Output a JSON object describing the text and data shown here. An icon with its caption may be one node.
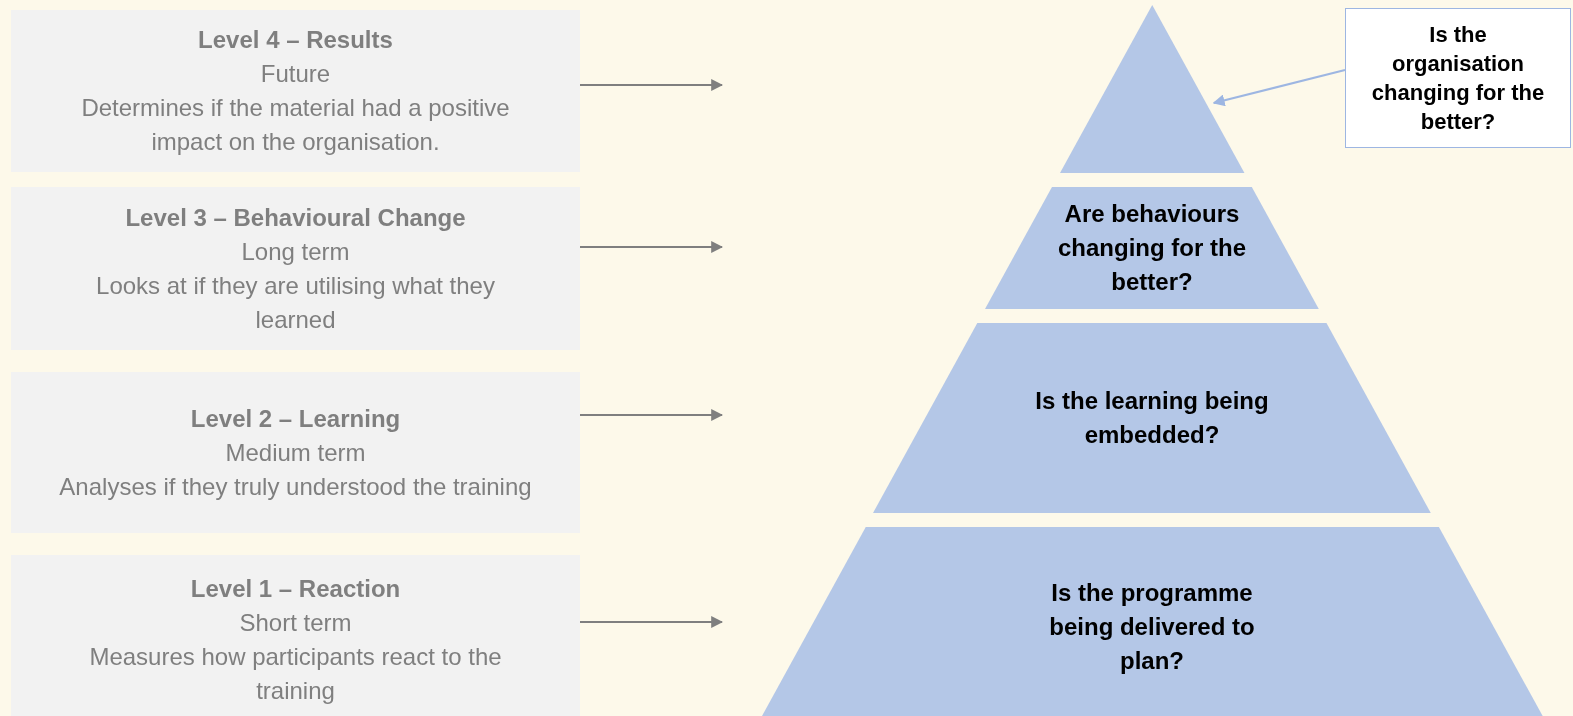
{
  "diagram": {
    "nodes": [
      {
        "text": [
          "Level 4 – Results",
          "Future",
          "Determines if the material had a positive impact on the organisation."
        ]
      },
      {
        "text": [
          "Level 3 – Behavioural Change",
          "Long term",
          "Looks at if they are utilising what they learned"
        ]
      },
      {
        "text": [
          "Level 2 – Learning",
          "Medium term",
          "Analyses if they truly understood the training"
        ]
      },
      {
        "text": [
          "Level 1 – Reaction",
          "Short term",
          "Measures how participants react to the training"
        ]
      },
      {
        "text": [],
        "shape": "triangle"
      },
      {
        "text": [
          "Is the organisation changing for the better?"
        ]
      },
      {
        "text": [
          "Are behaviours changing for the better?"
        ]
      },
      {
        "text": [
          "Is the learning being embedded?"
        ]
      },
      {
        "text": [
          "Is the programme being delivered to plan?"
        ]
      }
    ],
    "edges": [
      {
        "from": 0,
        "to": null,
        "arrow": "to"
      },
      {
        "from": 1,
        "to": null,
        "arrow": "to"
      },
      {
        "from": 2,
        "to": null,
        "arrow": "to"
      },
      {
        "from": 3,
        "to": null,
        "arrow": "to"
      },
      {
        "from": 5,
        "to": 4,
        "arrow": "to",
        "color": "#9db6e2"
      }
    ]
  }
}
